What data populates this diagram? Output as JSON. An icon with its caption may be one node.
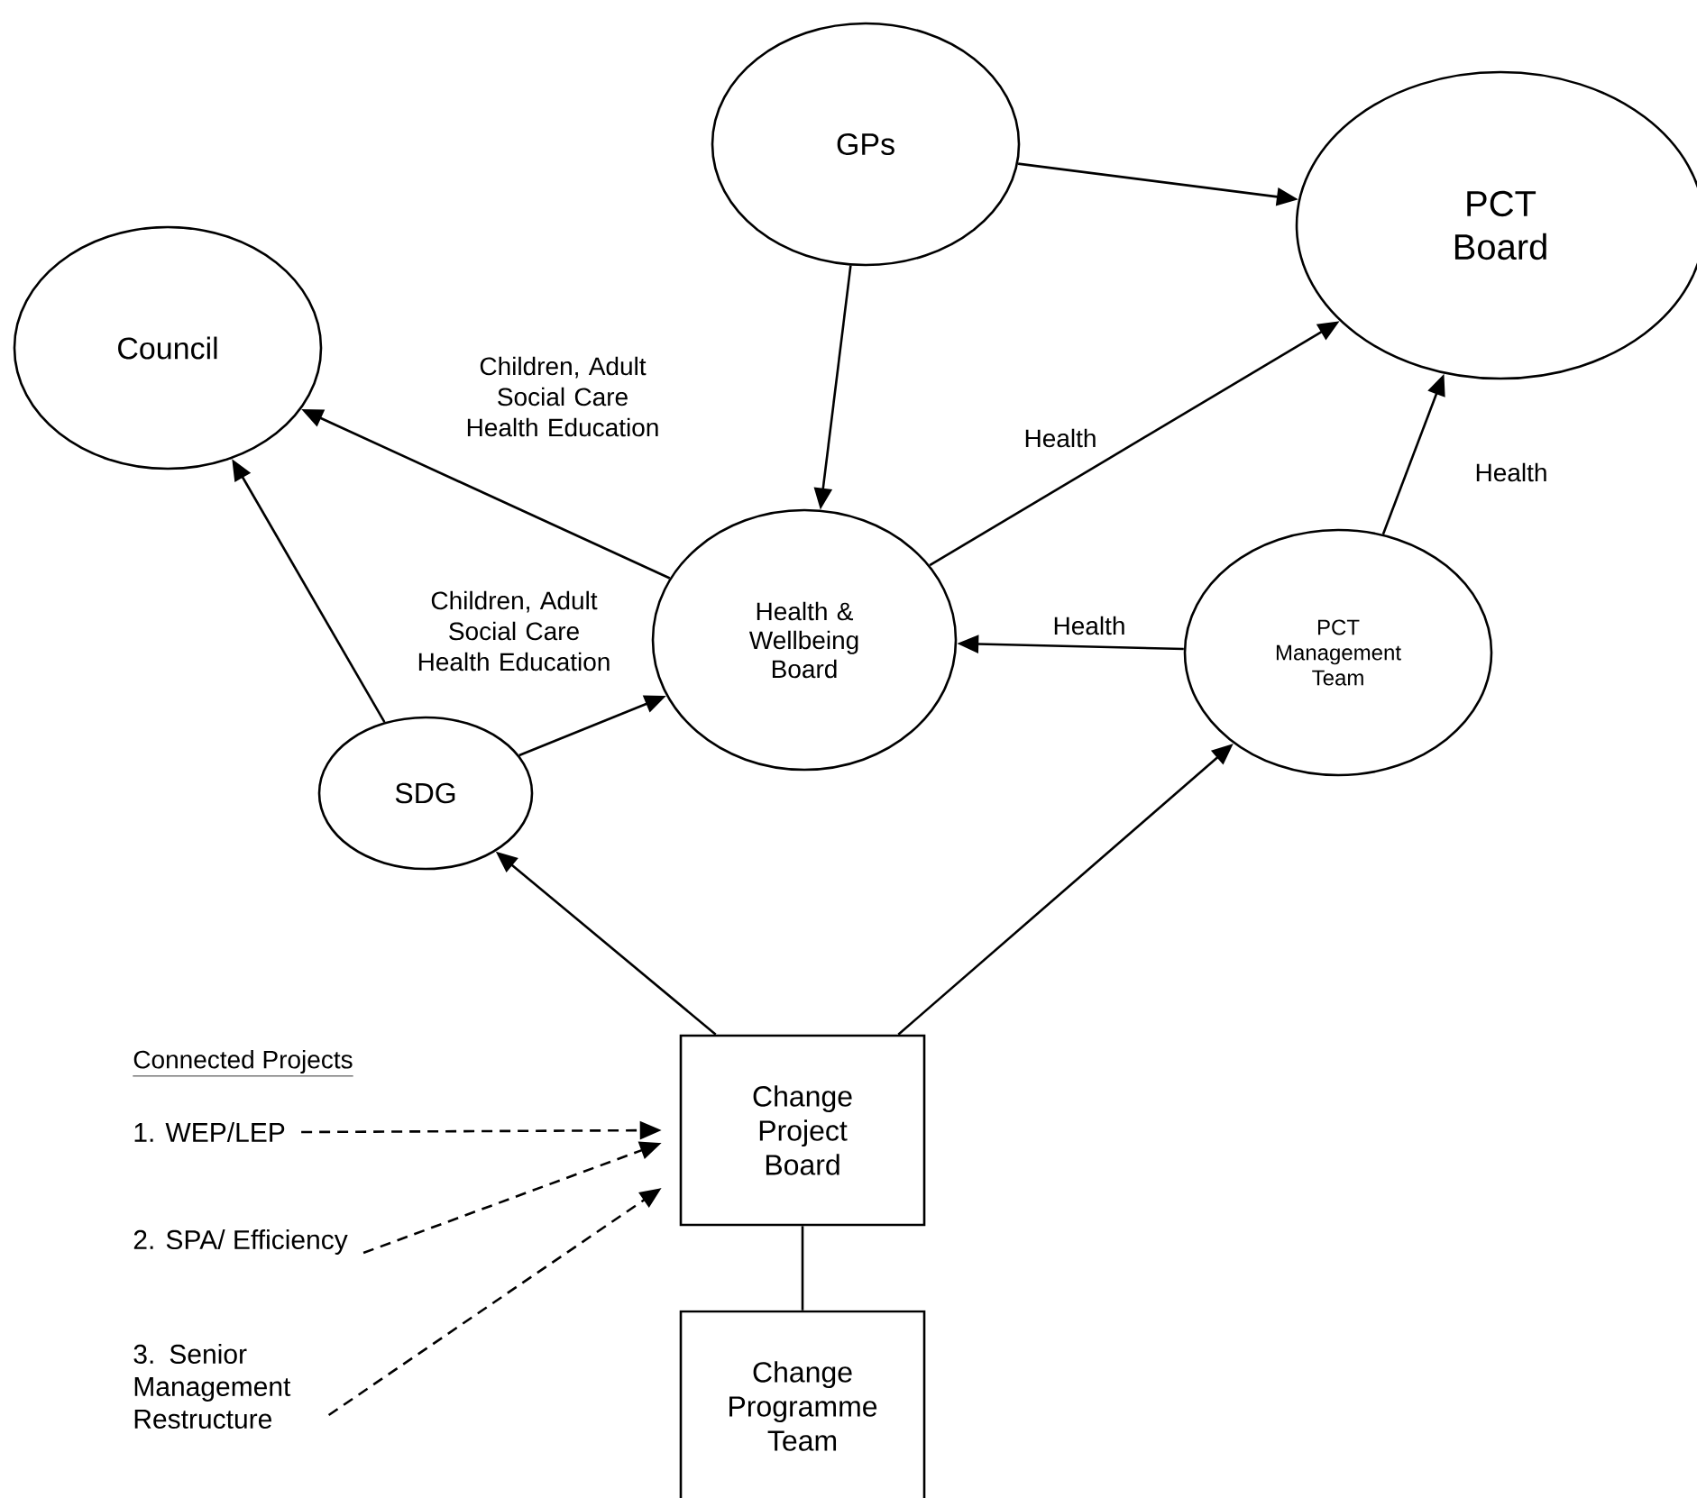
{
  "diagram": {
    "nodes": [
      {
        "text": [
          "GPs"
        ]
      },
      {
        "text": [
          "PCT Board"
        ]
      },
      {
        "text": [
          "Council"
        ]
      },
      {
        "text": [
          "Health & Wellbeing Board"
        ]
      },
      {
        "text": [
          "PCT Management Team"
        ]
      },
      {
        "text": [
          "SDG"
        ]
      },
      {
        "text": [
          "Change Project Board"
        ]
      },
      {
        "text": [
          "Change Programme Team"
        ]
      },
      {
        "text": [
          "1. WEP/LEP"
        ]
      },
      {
        "text": [
          "2. SPA/ Efficiency"
        ]
      },
      {
        "text": [
          "3. Senior Management Restructure"
        ]
      }
    ],
    "edges": [
      {
        "from": 0,
        "to": 1,
        "arrow": "to"
      },
      {
        "from": 0,
        "to": 3,
        "arrow": "to"
      },
      {
        "from": 3,
        "to": 2,
        "arrow": "to",
        "label": "Children, Adult Social Care Health Education"
      },
      {
        "from": 5,
        "to": 2,
        "arrow": "to"
      },
      {
        "from": 5,
        "to": 3,
        "arrow": "to",
        "label": "Children, Adult Social Care Health Education"
      },
      {
        "from": 3,
        "to": 1,
        "arrow": "to",
        "label": "Health"
      },
      {
        "from": 4,
        "to": 3,
        "arrow": "to",
        "label": "Health"
      },
      {
        "from": 4,
        "to": 1,
        "arrow": "to",
        "label": "Health"
      },
      {
        "from": 6,
        "to": 5,
        "arrow": "to"
      },
      {
        "from": 6,
        "to": 4,
        "arrow": "to"
      },
      {
        "from": 6,
        "to": 7,
        "arrow": "none"
      },
      {
        "from": 8,
        "to": 6,
        "arrow": "to",
        "style": "dashed"
      },
      {
        "from": 9,
        "to": 6,
        "arrow": "to",
        "style": "dashed"
      },
      {
        "from": 10,
        "to": 6,
        "arrow": "to",
        "style": "dashed"
      }
    ],
    "labels": [
      "Connected Projects"
    ]
  }
}
